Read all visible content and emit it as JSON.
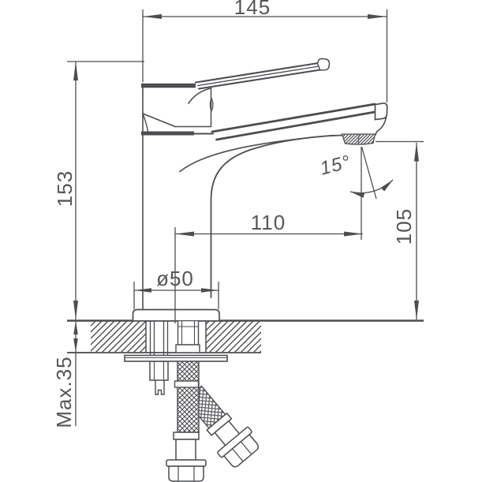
{
  "drawing": {
    "title": "faucet-installation-technical-drawing",
    "dimensions": {
      "top_width": "145",
      "left_height": "153",
      "spout_reach": "110",
      "outlet_height": "105",
      "spout_angle": "15°",
      "base_diameter": "ø50",
      "max_counter_thickness": "Max.35"
    },
    "colors": {
      "line": "#4c4d51",
      "text": "#55565a",
      "background": "#ffffff"
    }
  }
}
